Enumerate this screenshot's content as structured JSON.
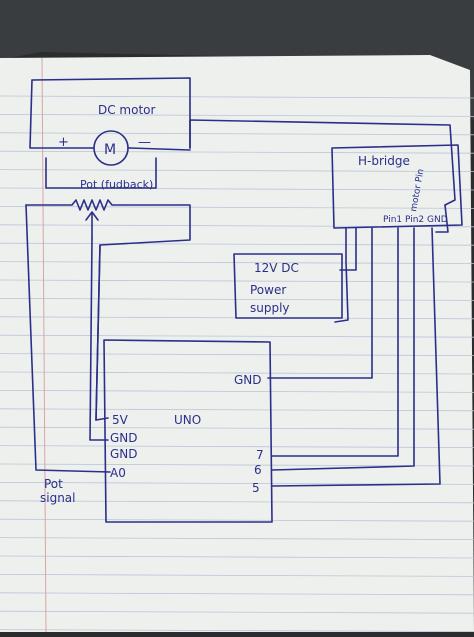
{
  "labels": {
    "dc_motor": "DC motor",
    "motor_symbol": "M",
    "plus": "+",
    "minus": "—",
    "pot_feedback": "Pot (fudback)",
    "hbridge": "H-bridge",
    "motor_pin": "motor Pin",
    "pin1": "Pin1",
    "pin2": "Pin2",
    "gnd_hb": "GND",
    "psu_line1": "12V DC",
    "psu_line2": "Power",
    "psu_line3": "supply",
    "uno": "UNO",
    "pin_5v": "5V",
    "pin_gnd1": "GND",
    "pin_gnd2": "GND",
    "pin_a0": "A0",
    "pin_gnd_right": "GND",
    "pin_7": "7",
    "pin_6": "6",
    "pin_5": "5",
    "pot_signal_1": "Pot",
    "pot_signal_2": "signal"
  },
  "colors": {
    "paper": "#eef0ee",
    "ink": "#2b2f8a",
    "rule_line": "#b9c6d6",
    "margin_line": "#d9a4a4",
    "background": "#2a2c2e"
  }
}
